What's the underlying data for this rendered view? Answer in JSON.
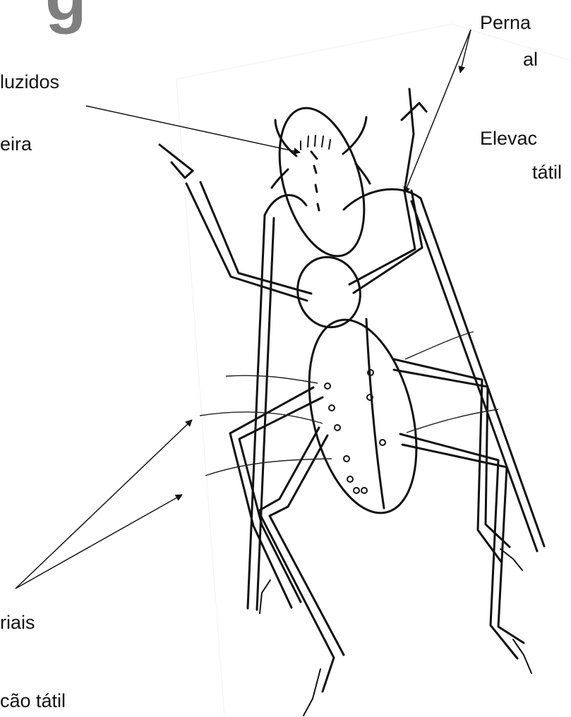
{
  "heading_fragment": "g",
  "labels": {
    "reduced": "luzidos",
    "border": "eira",
    "legs_line1": "Perna",
    "legs_line2": "al",
    "elevated_line1": "Elevac",
    "elevated_line2": "tátil",
    "bristles": "riais",
    "tactile": "cão tátil"
  },
  "colors": {
    "ink": "#111111",
    "heading": "#7f7f7f",
    "background": "#ffffff"
  }
}
